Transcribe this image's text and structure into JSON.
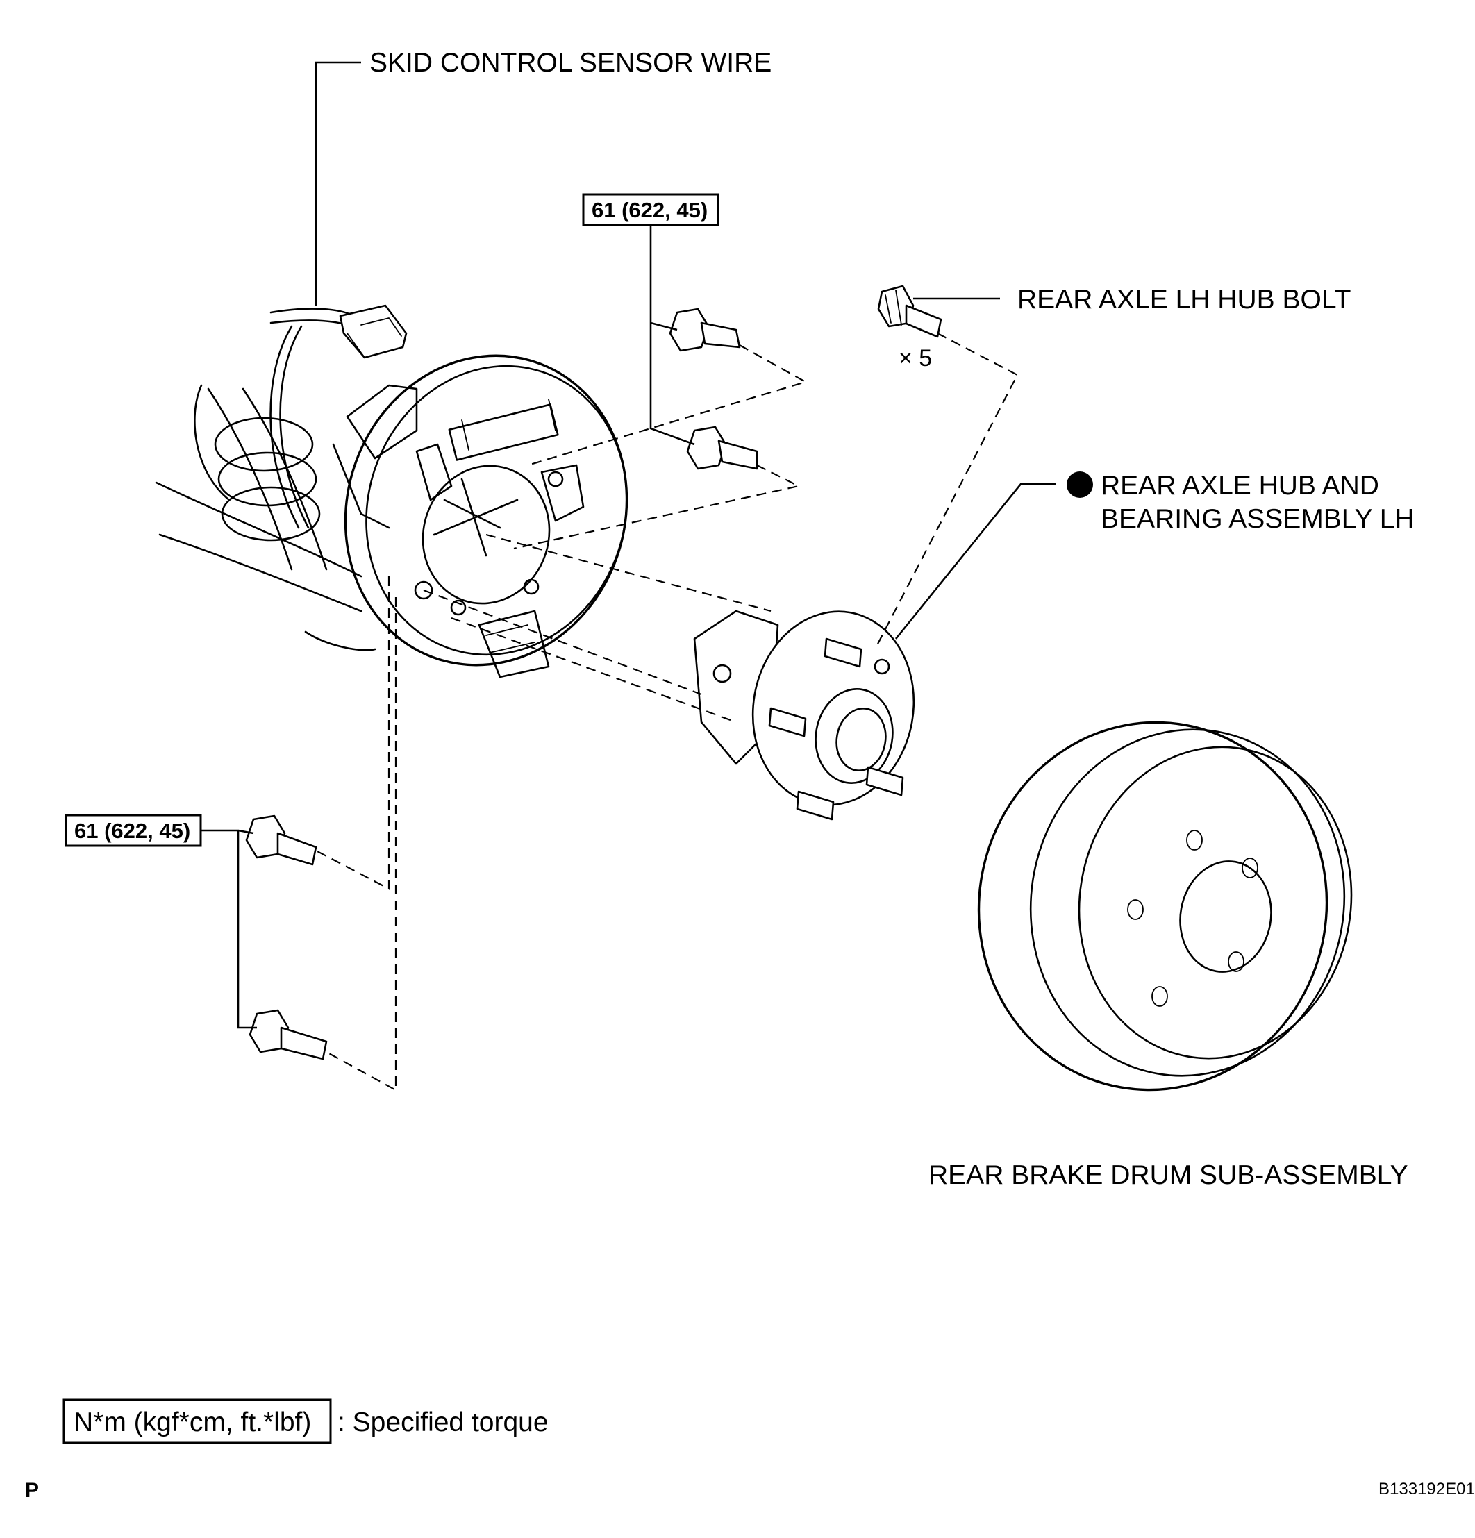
{
  "labels": {
    "skid_sensor_wire": "SKID CONTROL SENSOR WIRE",
    "hub_bolt": "REAR AXLE LH HUB BOLT",
    "hub_bolt_qty": "× 5",
    "hub_bearing_line1": "REAR AXLE HUB AND",
    "hub_bearing_line2": "BEARING ASSEMBLY LH",
    "brake_drum": "REAR BRAKE DRUM SUB-ASSEMBLY"
  },
  "torque": {
    "upper": "61 (622, 45)",
    "lower": "61 (622, 45)"
  },
  "legend": {
    "units": "N*m (kgf*cm, ft.*lbf)",
    "description": ": Specified torque"
  },
  "footer": {
    "left_mark": "P",
    "figure_id": "B133192E01"
  },
  "icons": {
    "non_reusable_marker": "filled-circle-icon"
  }
}
